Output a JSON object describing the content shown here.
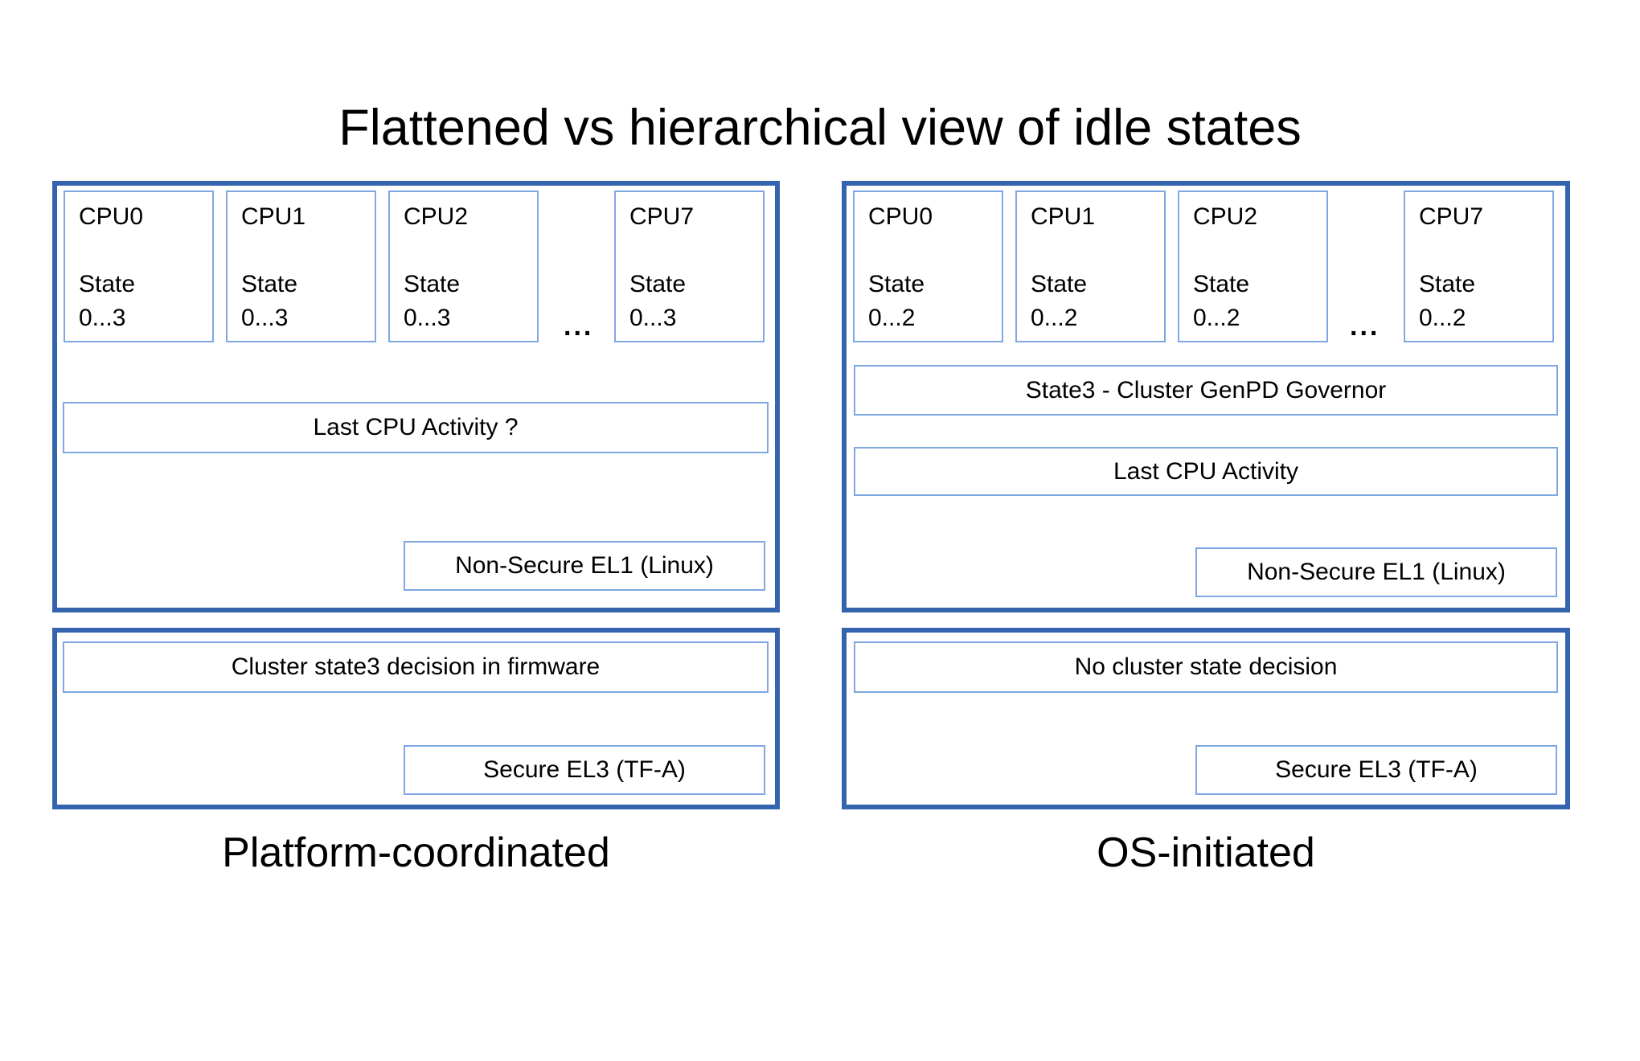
{
  "title": "Flattened vs hierarchical view of idle states",
  "colors": {
    "outer_border": "#3564af",
    "inner_border": "#7fa7e2",
    "text": "#000000",
    "background": "#ffffff"
  },
  "ellipsis": "...",
  "panels": {
    "left": {
      "caption": "Platform-coordinated",
      "top": {
        "cpus": [
          {
            "name": "CPU0",
            "state_label": "State",
            "state_range": "0...3"
          },
          {
            "name": "CPU1",
            "state_label": "State",
            "state_range": "0...3"
          },
          {
            "name": "CPU2",
            "state_label": "State",
            "state_range": "0...3"
          },
          {
            "name": "CPU7",
            "state_label": "State",
            "state_range": "0...3"
          }
        ],
        "activity_bar": "Last CPU Activity ?",
        "corner": "Non-Secure EL1 (Linux)"
      },
      "bottom": {
        "bar": "Cluster state3 decision in firmware",
        "corner": "Secure EL3 (TF-A)"
      }
    },
    "right": {
      "caption": "OS-initiated",
      "top": {
        "cpus": [
          {
            "name": "CPU0",
            "state_label": "State",
            "state_range": "0...2"
          },
          {
            "name": "CPU1",
            "state_label": "State",
            "state_range": "0...2"
          },
          {
            "name": "CPU2",
            "state_label": "State",
            "state_range": "0...2"
          },
          {
            "name": "CPU7",
            "state_label": "State",
            "state_range": "0...2"
          }
        ],
        "governor_bar": "State3 - Cluster GenPD Governor",
        "activity_bar": "Last CPU Activity",
        "corner": "Non-Secure EL1 (Linux)"
      },
      "bottom": {
        "bar": "No cluster state decision",
        "corner": "Secure EL3 (TF-A)"
      }
    }
  }
}
